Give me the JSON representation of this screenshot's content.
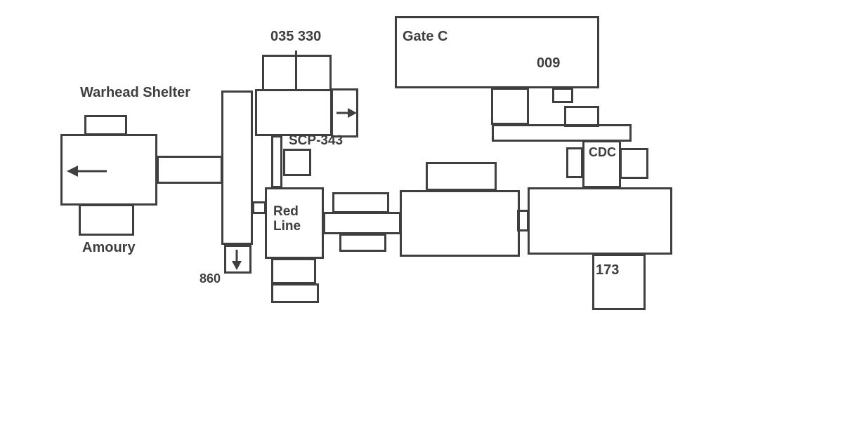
{
  "map": {
    "labels": {
      "warhead_shelter": "Warhead Shelter",
      "amoury": "Amoury",
      "checkpoint_035_330": "035 330",
      "gate_c": "Gate C",
      "room_009": "009",
      "scp_343": "SCP-343",
      "red_line": "Red Line",
      "cdc": "CDC",
      "room_860": "860",
      "room_173": "173"
    },
    "icons": [
      {
        "name": "arrow-left-icon",
        "glyph": "←"
      },
      {
        "name": "arrow-right-icon",
        "glyph": "→"
      },
      {
        "name": "arrow-down-icon",
        "glyph": "↓"
      }
    ],
    "colors": {
      "line": "#3f3f41",
      "text": "#3e3e40",
      "background": "#ffffff"
    }
  }
}
